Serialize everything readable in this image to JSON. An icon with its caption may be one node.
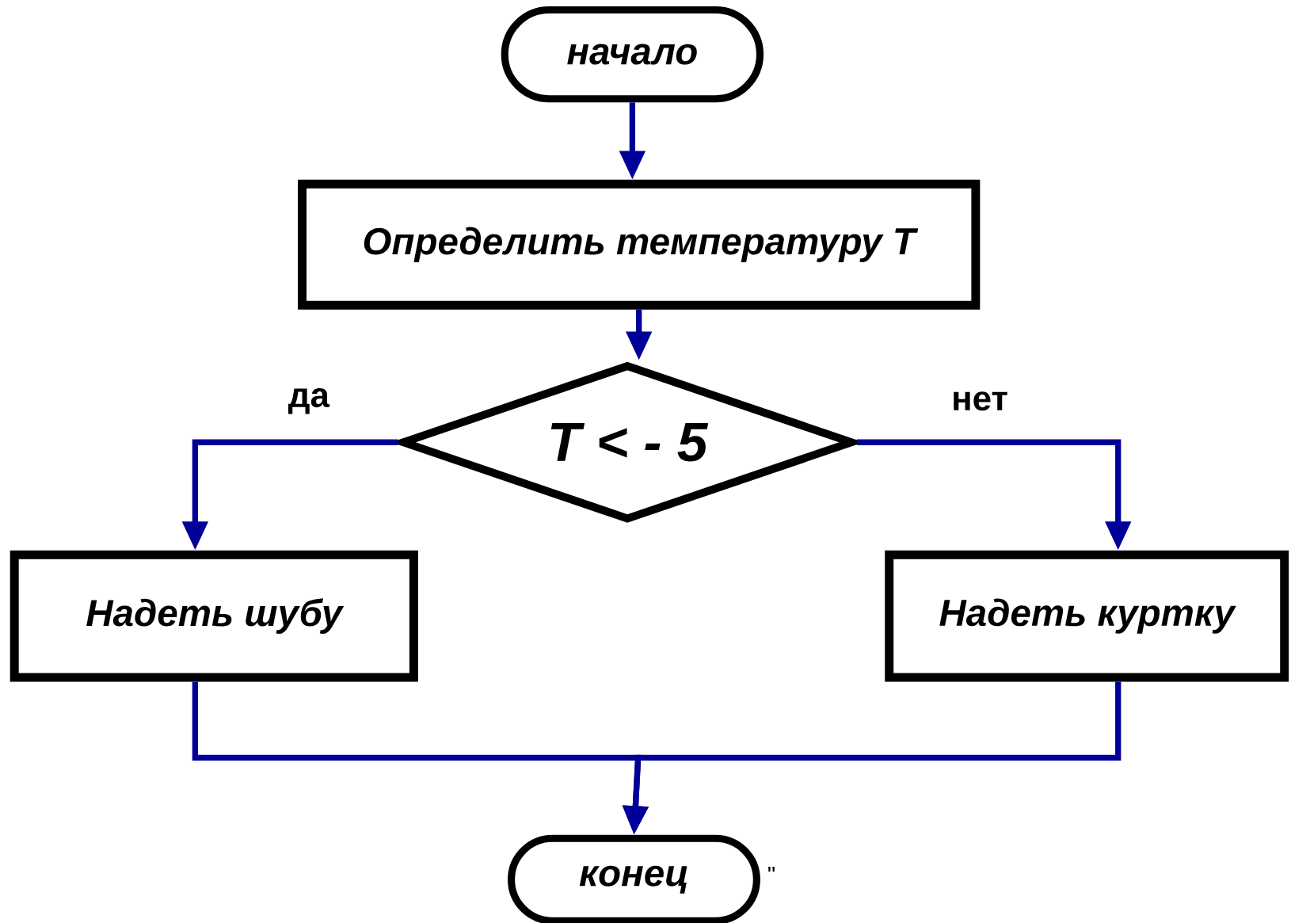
{
  "diagram": {
    "nodes": [
      {
        "text": [
          "начало"
        ]
      },
      {
        "text": [
          "Определить температуру Т"
        ]
      },
      {
        "text": [
          "Т < - 5"
        ]
      },
      {
        "text": [
          "Надеть шубу"
        ]
      },
      {
        "text": [
          "Надеть куртку"
        ]
      },
      {
        "text": [
          "конец"
        ]
      }
    ],
    "edges": [
      {
        "from": 0,
        "to": 1,
        "arrow": "to"
      },
      {
        "from": 1,
        "to": 2,
        "arrow": "to"
      },
      {
        "from": 2,
        "to": 3,
        "arrow": "to",
        "label": "да"
      },
      {
        "from": 2,
        "to": 4,
        "arrow": "to",
        "label": "нет"
      },
      {
        "from": 3,
        "to": 5,
        "arrow": "to"
      },
      {
        "from": 4,
        "to": 5,
        "arrow": "to"
      }
    ],
    "labels": [
      "\""
    ]
  }
}
